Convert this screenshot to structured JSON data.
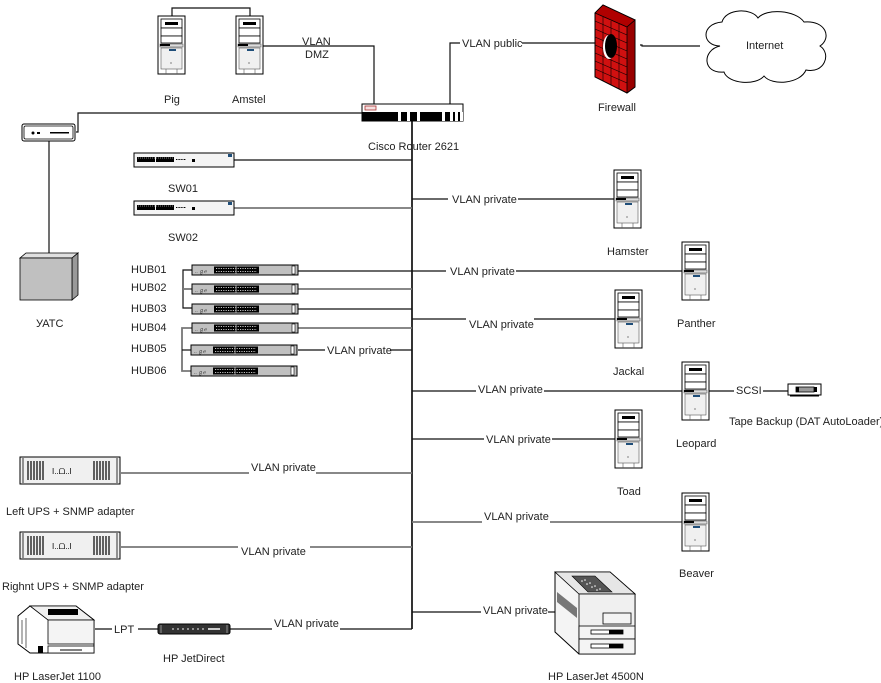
{
  "diagram": {
    "type": "network-topology",
    "nodes": {
      "pig": "Pig",
      "amstel": "Amstel",
      "router": "Cisco Router 2621",
      "firewall": "Firewall",
      "internet": "Internet",
      "sw01": "SW01",
      "sw02": "SW02",
      "uatc": "УАТС",
      "hubs": [
        "HUB01",
        "HUB02",
        "HUB03",
        "HUB04",
        "HUB05",
        "HUB06"
      ],
      "hamster": "Hamster",
      "panther": "Panther",
      "jackal": "Jackal",
      "leopard": "Leopard",
      "tape": "Tape Backup (DAT AutoLoader)",
      "toad": "Toad",
      "beaver": "Beaver",
      "hp4500": "HP LaserJet 4500N",
      "ups_left": "Left UPS + SNMP adapter",
      "ups_right": "Righnt UPS + SNMP adapter",
      "hp1100": "HP LaserJet 1100",
      "jetdirect": "HP JetDirect"
    },
    "links": {
      "dmz_line1": "VLAN",
      "dmz_line2": "DMZ",
      "public": "VLAN public",
      "private": "VLAN private",
      "scsi": "SCSI",
      "lpt": "LPT"
    }
  }
}
